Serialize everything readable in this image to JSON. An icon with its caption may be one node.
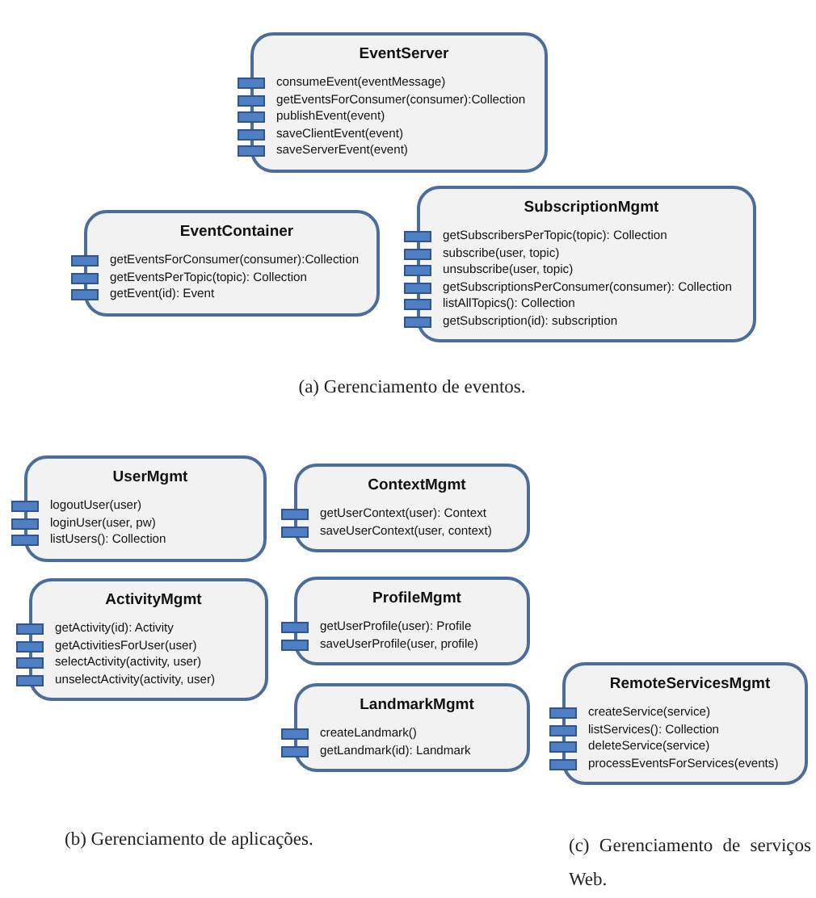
{
  "diagram": {
    "nodes": [
      {
        "text": [
          "EventServer",
          "consumeEvent(eventMessage)",
          "getEventsForConsumer(consumer):Collection",
          "publishEvent(event)",
          "saveClientEvent(event)",
          "saveServerEvent(event)"
        ]
      },
      {
        "text": [
          "EventContainer",
          "getEventsForConsumer(consumer):Collection",
          "getEventsPerTopic(topic): Collection",
          "getEvent(id):  Event"
        ]
      },
      {
        "text": [
          "SubscriptionMgmt",
          "getSubscribersPerTopic(topic): Collection",
          "subscribe(user, topic)",
          "unsubscribe(user, topic)",
          "getSubscriptionsPerConsumer(consumer): Collection",
          "listAllTopics(): Collection",
          "getSubscription(id): subscription"
        ]
      },
      {
        "text": [
          "UserMgmt",
          "logoutUser(user)",
          "loginUser(user, pw)",
          "listUsers(): Collection"
        ]
      },
      {
        "text": [
          "ContextMgmt",
          "getUserContext(user): Context",
          "saveUserContext(user, context)"
        ]
      },
      {
        "text": [
          "ActivityMgmt",
          "getActivity(id): Activity",
          "getActivitiesForUser(user)",
          "selectActivity(activity, user)",
          "unselectActivity(activity, user)"
        ]
      },
      {
        "text": [
          "ProfileMgmt",
          "getUserProfile(user): Profile",
          "saveUserProfile(user, profile)"
        ]
      },
      {
        "text": [
          "LandmarkMgmt",
          "createLandmark()",
          "getLandmark(id): Landmark"
        ]
      },
      {
        "text": [
          "RemoteServicesMgmt",
          "createService(service)",
          "listServices(): Collection",
          "deleteService(service)",
          "processEventsForServices(events)"
        ]
      }
    ],
    "labels": [
      "(a) Gerenciamento de eventos.",
      "(b) Gerenciamento de aplicações.",
      "(c) Gerenciamento de serviços Web."
    ]
  }
}
